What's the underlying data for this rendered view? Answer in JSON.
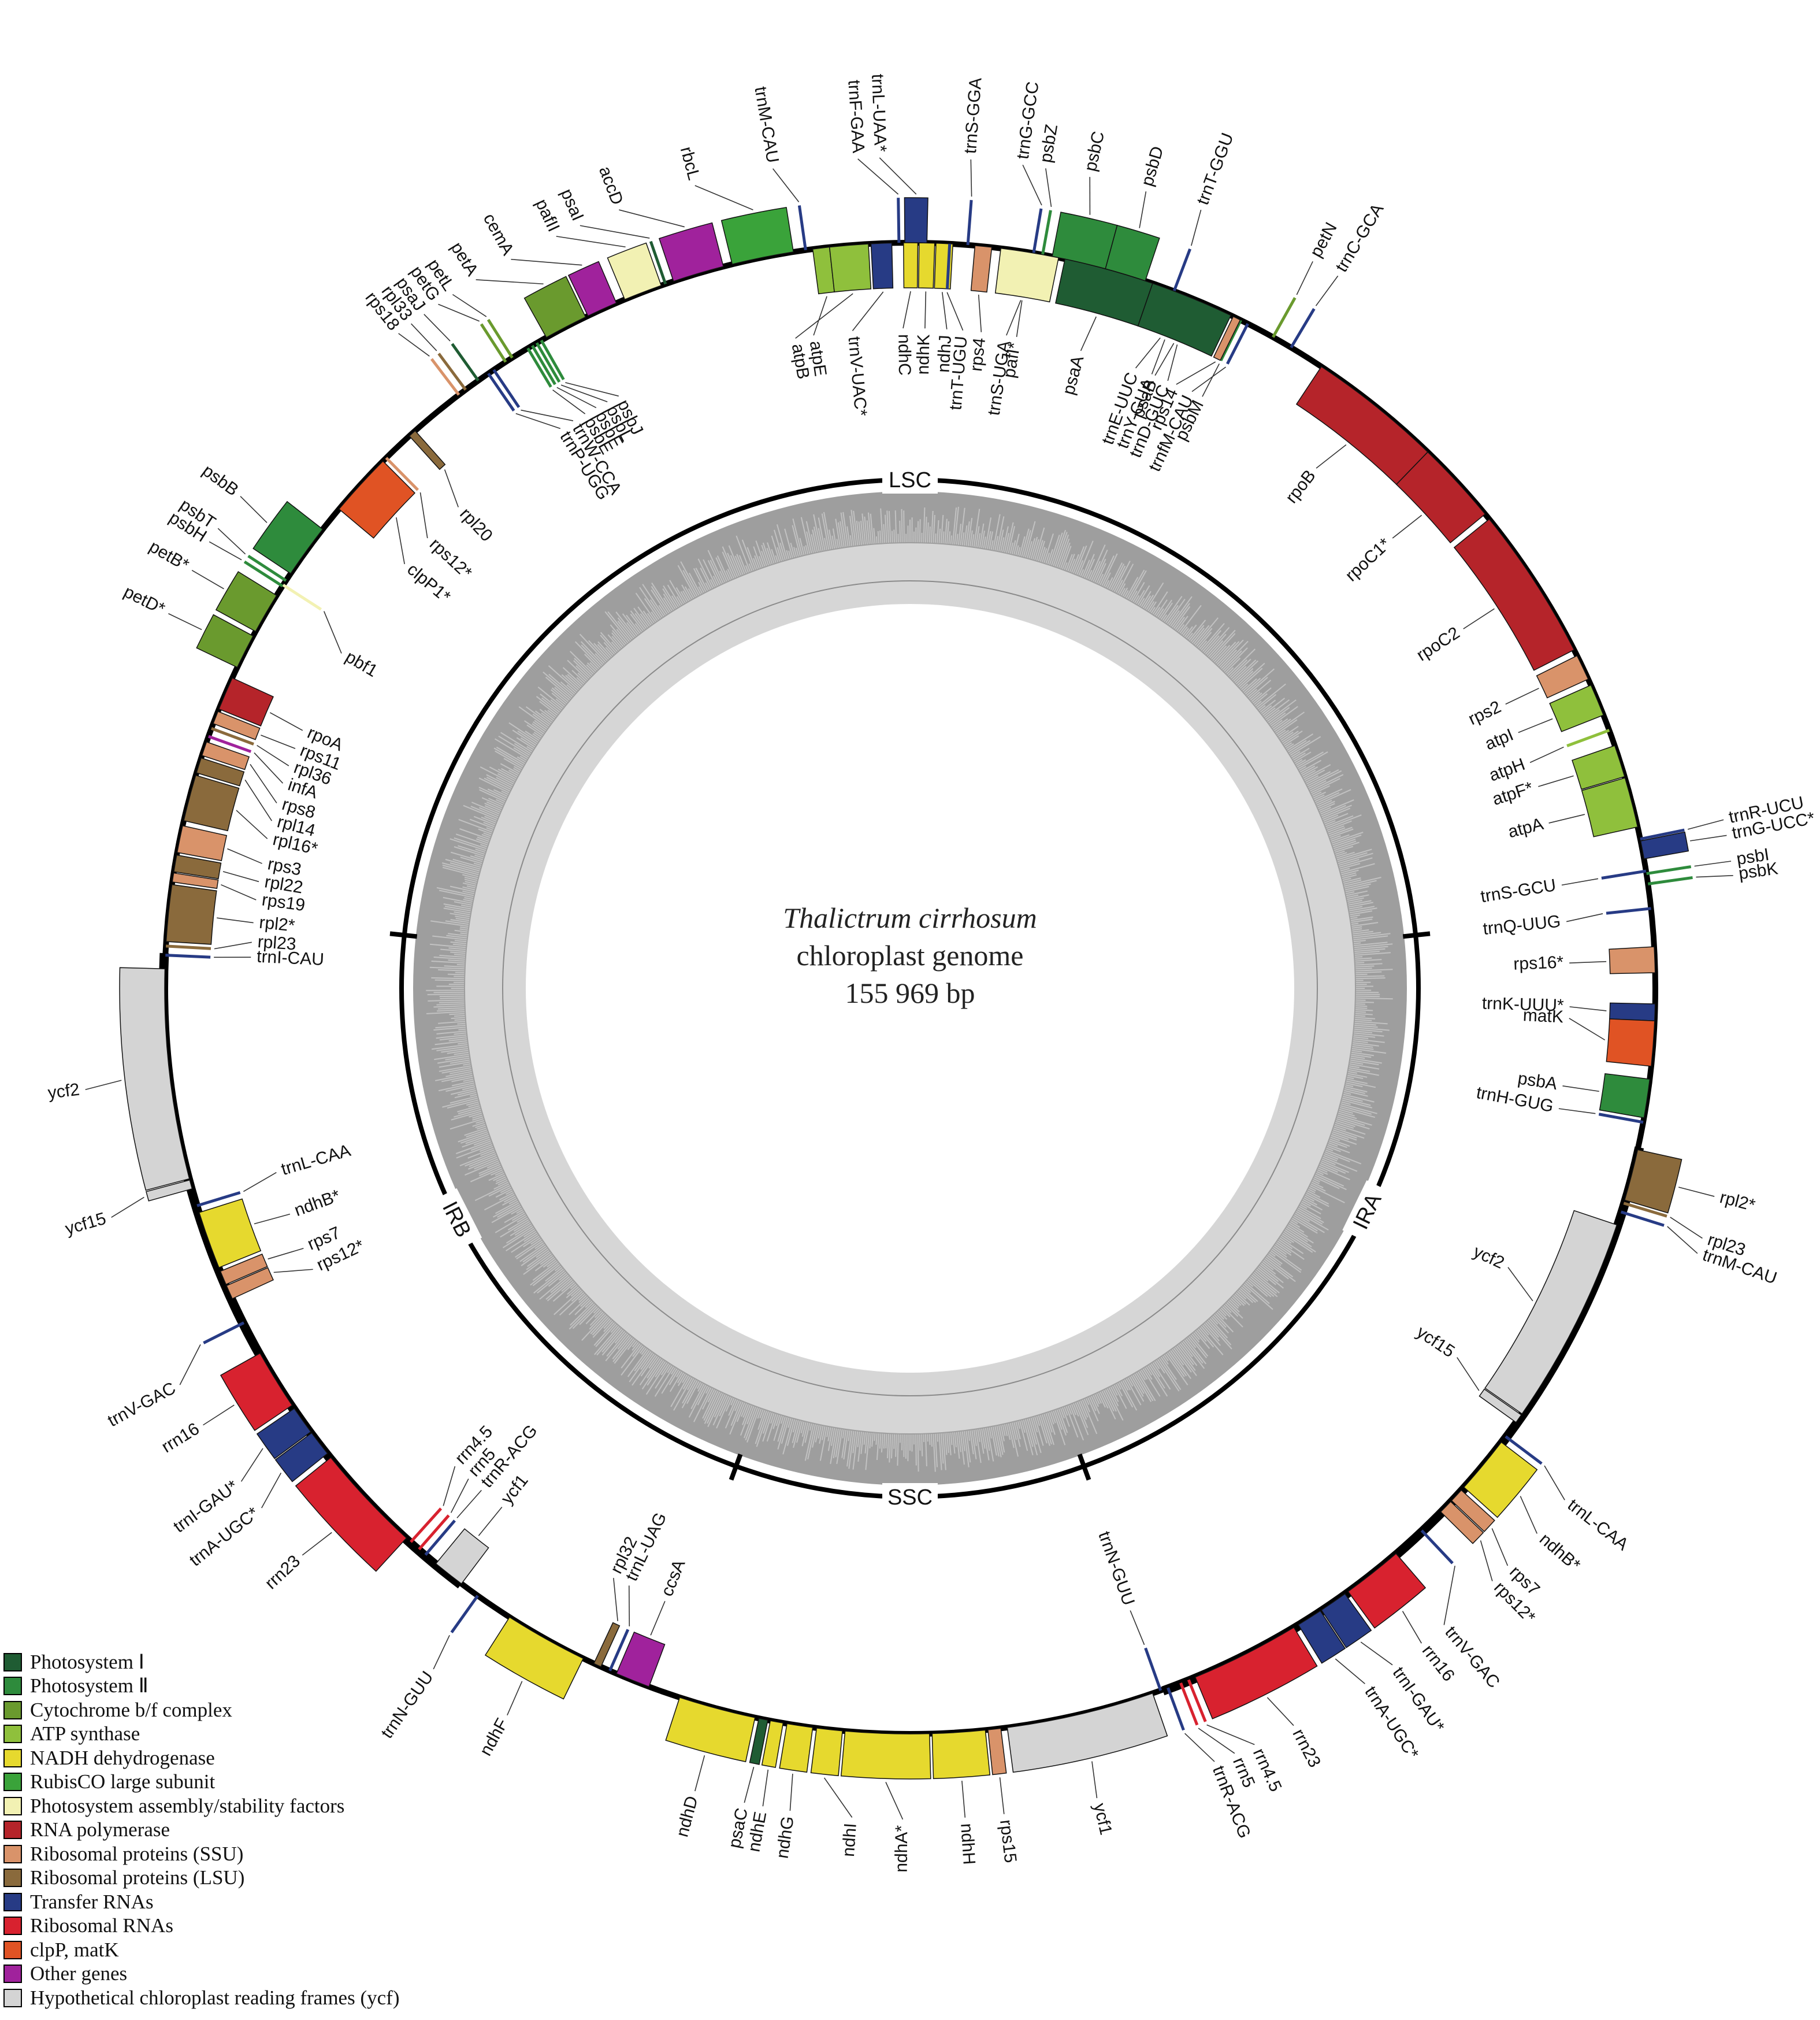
{
  "genome": {
    "species": "Thalictrum cirrhosum",
    "subtitle": "chloroplast genome",
    "size_label": "155 969 bp",
    "total_bp": 155969
  },
  "regions": [
    {
      "label": "LSC",
      "angle": 0
    },
    {
      "label": "IRA",
      "angle": 116
    },
    {
      "label": "SSC",
      "angle": 180
    },
    {
      "label": "IRB",
      "angle": 243
    }
  ],
  "region_ticks": [
    84,
    160,
    200,
    276
  ],
  "colors": {
    "ps1": "#1f5c33",
    "ps2": "#2e8b3c",
    "cyt": "#6a9a2e",
    "atp": "#8fc03c",
    "ndh": "#e6d92e",
    "rbc": "#3aa33a",
    "psa": "#f2f1b3",
    "rpo": "#b5242a",
    "ssu": "#d9936a",
    "lsu": "#8a6a3c",
    "trna": "#273b85",
    "rrna": "#d8222f",
    "clp": "#e05324",
    "other": "#a0229c",
    "ycf": "#d4d4d4"
  },
  "legend": [
    {
      "label": "Photosystem Ⅰ",
      "color": "ps1"
    },
    {
      "label": "Photosystem Ⅱ",
      "color": "ps2"
    },
    {
      "label": "Cytochrome b/f complex",
      "color": "cyt"
    },
    {
      "label": "ATP synthase",
      "color": "atp"
    },
    {
      "label": "NADH dehydrogenase",
      "color": "ndh"
    },
    {
      "label": "RubisCO large subunit",
      "color": "rbc"
    },
    {
      "label": "Photosystem assembly/stability factors",
      "color": "psa"
    },
    {
      "label": "RNA polymerase",
      "color": "rpo"
    },
    {
      "label": "Ribosomal proteins (SSU)",
      "color": "ssu"
    },
    {
      "label": "Ribosomal proteins (LSU)",
      "color": "lsu"
    },
    {
      "label": "Transfer RNAs",
      "color": "trna"
    },
    {
      "label": "Ribosomal RNAs",
      "color": "rrna"
    },
    {
      "label": "clpP, matK",
      "color": "clp"
    },
    {
      "label": "Other genes",
      "color": "other"
    },
    {
      "label": "Hypothetical chloroplast reading frames (ycf)",
      "color": "ycf"
    }
  ],
  "genes": [
    {
      "name": "trnG-GCC",
      "c": "trna",
      "s": 9.4,
      "e": 9.7,
      "side": "out",
      "lab": 7.8
    },
    {
      "name": "psbZ",
      "c": "ps2",
      "s": 10.0,
      "e": 10.5,
      "side": "out",
      "lab": 9.4
    },
    {
      "name": "psbC",
      "c": "ps2",
      "s": 11.0,
      "e": 15.2,
      "side": "out",
      "lab": 12.5
    },
    {
      "name": "psbD",
      "c": "ps2",
      "s": 15.2,
      "e": 18.4,
      "side": "out",
      "lab": 16.5
    },
    {
      "name": "trnT-GGU",
      "c": "trna",
      "s": 20.6,
      "e": 20.9,
      "side": "out",
      "lab": 20.5
    },
    {
      "name": "petN",
      "c": "cyt",
      "s": 29.0,
      "e": 29.3,
      "side": "out",
      "lab": 29.0
    },
    {
      "name": "trnC-GCA",
      "c": "trna",
      "s": 30.6,
      "e": 30.9,
      "side": "out",
      "lab": 31.0
    },
    {
      "name": "trnS-UGA",
      "c": "trna",
      "s": 9.0,
      "e": 9.3,
      "side": "in",
      "lab": 8.4
    },
    {
      "name": "trnE-UUC",
      "c": "trna",
      "s": 20.9,
      "e": 21.2,
      "side": "in",
      "lab": 20.0
    },
    {
      "name": "trnY-GUA",
      "c": "trna",
      "s": 21.3,
      "e": 21.6,
      "side": "in",
      "lab": 21.5
    },
    {
      "name": "trnD-GUC",
      "c": "trna",
      "s": 22.4,
      "e": 22.7,
      "side": "in",
      "lab": 23.0
    },
    {
      "name": "psbM",
      "c": "ps2",
      "s": 26.2,
      "e": 26.5,
      "side": "in",
      "lab": 26.3
    },
    {
      "name": "rpoB",
      "c": "rpo",
      "s": 33.5,
      "e": 44.0,
      "side": "in",
      "lab": 38.0
    },
    {
      "name": "rpoC1*",
      "c": "rpo",
      "s": 44.0,
      "e": 50.5,
      "side": "in",
      "lab": 47.0
    },
    {
      "name": "rpoC2",
      "c": "rpo",
      "s": 51.0,
      "e": 63.0,
      "side": "in",
      "lab": 57.0
    },
    {
      "name": "rps2",
      "c": "ssu",
      "s": 63.5,
      "e": 65.5,
      "side": "in",
      "lab": 64.5
    },
    {
      "name": "atpI",
      "c": "atp",
      "s": 66.0,
      "e": 68.5,
      "side": "in",
      "lab": 67.2
    },
    {
      "name": "atpH",
      "c": "atp",
      "s": 69.5,
      "e": 70.0,
      "side": "in",
      "lab": 70.0
    },
    {
      "name": "atpF*",
      "c": "atp",
      "s": 71.0,
      "e": 73.5,
      "side": "in",
      "lab": 72.2
    },
    {
      "name": "atpA",
      "c": "atp",
      "s": 73.6,
      "e": 77.5,
      "side": "in",
      "lab": 75.5
    },
    {
      "name": "trnR-UCU",
      "c": "trna",
      "s": 78.3,
      "e": 78.6,
      "side": "out",
      "lab": 78.3
    },
    {
      "name": "trnG-UCC*",
      "c": "trna",
      "s": 78.6,
      "e": 80.0,
      "side": "out",
      "lab": 79.4
    },
    {
      "name": "psbI",
      "c": "ps2",
      "s": 81.0,
      "e": 81.3,
      "side": "out",
      "lab": 81.2
    },
    {
      "name": "psbK",
      "c": "ps2",
      "s": 81.8,
      "e": 82.1,
      "side": "out",
      "lab": 82.2
    },
    {
      "name": "trnS-GCU",
      "c": "trna",
      "s": 80.8,
      "e": 81.1,
      "side": "in",
      "lab": 81.0
    },
    {
      "name": "trnQ-UUG",
      "c": "trna",
      "s": 83.7,
      "e": 84.0,
      "side": "in",
      "lab": 84.2
    },
    {
      "name": "rps16*",
      "c": "ssu",
      "s": 86.8,
      "e": 88.8,
      "side": "in",
      "lab": 87.8
    },
    {
      "name": "trnK-UUU*",
      "c": "trna",
      "s": 91.2,
      "e": 92.5,
      "side": "in",
      "lab": 91.6
    },
    {
      "name": "matK",
      "c": "clp",
      "s": 92.5,
      "e": 96.0,
      "side": "in",
      "lab": 92.6
    },
    {
      "name": "psbA",
      "c": "ps2",
      "s": 97.0,
      "e": 100.0,
      "side": "in",
      "lab": 98.5
    },
    {
      "name": "trnH-GUG",
      "c": "trna",
      "s": 100.2,
      "e": 100.5,
      "side": "in",
      "lab": 100.5
    },
    {
      "name": "rpl2*",
      "c": "lsu",
      "s": 102.5,
      "e": 106.5,
      "side": "out",
      "lab": 104.5
    },
    {
      "name": "rpl23",
      "c": "lsu",
      "s": 106.5,
      "e": 107.0,
      "side": "out",
      "lab": 107.5
    },
    {
      "name": "trnM-CAU",
      "c": "trna",
      "s": 107.3,
      "e": 107.6,
      "side": "out",
      "lab": 108.6
    },
    {
      "name": "ycf2",
      "c": "ycf",
      "s": 108.5,
      "e": 124.8,
      "side": "in",
      "lab": 115.0
    },
    {
      "name": "ycf15",
      "c": "ycf",
      "s": 124.9,
      "e": 125.6,
      "side": "in",
      "lab": 124.0
    },
    {
      "name": "trnL-CAA",
      "c": "trna",
      "s": 126.8,
      "e": 127.1,
      "side": "out",
      "lab": 128.0
    },
    {
      "name": "ndhB*",
      "c": "ndh",
      "s": 127.5,
      "e": 132.0,
      "side": "out",
      "lab": 131.0
    },
    {
      "name": "rps7",
      "c": "ssu",
      "s": 132.3,
      "e": 133.4,
      "side": "out",
      "lab": 134.0
    },
    {
      "name": "rps12*",
      "c": "ssu",
      "s": 133.5,
      "e": 134.6,
      "side": "out",
      "lab": 135.5
    },
    {
      "name": "trnV-GAC",
      "c": "trna",
      "s": 136.5,
      "e": 136.8,
      "side": "out",
      "lab": 140.0
    },
    {
      "name": "rrn16",
      "c": "rrna",
      "s": 139.3,
      "e": 144.0,
      "side": "out",
      "lab": 142.0
    },
    {
      "name": "trnI-GAU*",
      "c": "trna",
      "s": 144.3,
      "e": 146.5,
      "side": "out",
      "lab": 144.5
    },
    {
      "name": "trnA-UGC*",
      "c": "trna",
      "s": 146.6,
      "e": 148.6,
      "side": "out",
      "lab": 146.8
    },
    {
      "name": "rrn23",
      "c": "rrna",
      "s": 149.0,
      "e": 157.5,
      "side": "out",
      "lab": 152.5
    },
    {
      "name": "rrn4.5",
      "c": "rrna",
      "s": 157.8,
      "e": 158.3,
      "side": "out",
      "lab": 155.5
    },
    {
      "name": "rrn5",
      "c": "rrna",
      "s": 158.5,
      "e": 158.9,
      "side": "out",
      "lab": 157.0
    },
    {
      "name": "trnR-ACG",
      "c": "trna",
      "s": 159.6,
      "e": 159.9,
      "side": "out",
      "lab": 158.5
    },
    {
      "name": "trnN-GUU",
      "c": "trna",
      "s": 160.2,
      "e": 160.5,
      "side": "in",
      "lab": 160.5
    },
    {
      "name": "ycf1",
      "c": "ycf",
      "s": 161.0,
      "e": 172.5,
      "side": "out",
      "lab": 167.0
    },
    {
      "name": "rps15",
      "c": "ssu",
      "s": 173.0,
      "e": 174.0,
      "side": "out",
      "lab": 173.5
    },
    {
      "name": "ndhH",
      "c": "ndh",
      "s": 174.2,
      "e": 178.3,
      "side": "out",
      "lab": 176.2
    },
    {
      "name": "ndhA*",
      "c": "ndh",
      "s": 178.5,
      "e": 185.0,
      "side": "out",
      "lab": 180.5
    },
    {
      "name": "ndhI",
      "c": "ndh",
      "s": 185.2,
      "e": 187.2,
      "side": "out",
      "lab": 184.0
    },
    {
      "name": "ndhG",
      "c": "ndh",
      "s": 187.5,
      "e": 189.5,
      "side": "out",
      "lab": 188.3
    },
    {
      "name": "ndhE",
      "c": "ndh",
      "s": 189.8,
      "e": 190.8,
      "side": "out",
      "lab": 190.2
    },
    {
      "name": "psaC",
      "c": "ps1",
      "s": 191.0,
      "e": 191.7,
      "side": "out",
      "lab": 191.5
    },
    {
      "name": "ndhD",
      "c": "ndh",
      "s": 192.0,
      "e": 198.0,
      "side": "out",
      "lab": 195.0
    },
    {
      "name": "ccsA",
      "c": "other",
      "s": 200.5,
      "e": 203.2,
      "side": "in",
      "lab": 201.8
    },
    {
      "name": "trnL-UAG",
      "c": "trna",
      "s": 203.6,
      "e": 203.9,
      "side": "in",
      "lab": 205.2
    },
    {
      "name": "rpl32",
      "c": "lsu",
      "s": 204.5,
      "e": 205.1,
      "side": "in",
      "lab": 206.7
    },
    {
      "name": "ndhF",
      "c": "ndh",
      "s": 206.0,
      "e": 212.5,
      "side": "out",
      "lab": 209.0
    },
    {
      "name": "trnN-GUU",
      "c": "trna",
      "s": 215.3,
      "e": 215.6,
      "side": "out",
      "lab": 215.0
    },
    {
      "name": "ycf1",
      "c": "ycf",
      "s": 217.0,
      "e": 219.5,
      "side": "in",
      "lab": 218.2
    },
    {
      "name": "trnR-ACG",
      "c": "trna",
      "s": 220.4,
      "e": 220.7,
      "side": "in",
      "lab": 220.5
    },
    {
      "name": "rrn5",
      "c": "rrna",
      "s": 221.0,
      "e": 221.4,
      "side": "in",
      "lab": 222.0
    },
    {
      "name": "rrn4.5",
      "c": "rrna",
      "s": 221.8,
      "e": 222.3,
      "side": "in",
      "lab": 223.6
    },
    {
      "name": "rrn23",
      "c": "rrna",
      "s": 222.5,
      "e": 231.0,
      "side": "out",
      "lab": 227.0
    },
    {
      "name": "trnA-UGC*",
      "c": "trna",
      "s": 231.4,
      "e": 233.4,
      "side": "out",
      "lab": 231.3
    },
    {
      "name": "trnI-GAU*",
      "c": "trna",
      "s": 233.5,
      "e": 235.7,
      "side": "out",
      "lab": 233.6
    },
    {
      "name": "rrn16",
      "c": "rrna",
      "s": 236.0,
      "e": 240.7,
      "side": "out",
      "lab": 238.3
    },
    {
      "name": "trnV-GAC",
      "c": "trna",
      "s": 243.2,
      "e": 243.5,
      "side": "out",
      "lab": 241.5
    },
    {
      "name": "rps12*",
      "c": "ssu",
      "s": 245.4,
      "e": 246.5,
      "side": "in",
      "lab": 244.8
    },
    {
      "name": "rps7",
      "c": "ssu",
      "s": 246.6,
      "e": 247.7,
      "side": "in",
      "lab": 246.8
    },
    {
      "name": "ndhB*",
      "c": "ndh",
      "s": 248.0,
      "e": 252.5,
      "side": "in",
      "lab": 250.0
    },
    {
      "name": "trnL-CAA",
      "c": "trna",
      "s": 252.9,
      "e": 253.2,
      "side": "in",
      "lab": 253.8
    },
    {
      "name": "ycf15",
      "c": "ycf",
      "s": 254.4,
      "e": 255.1,
      "side": "out",
      "lab": 254.0
    },
    {
      "name": "ycf2",
      "c": "ycf",
      "s": 255.2,
      "e": 271.5,
      "side": "out",
      "lab": 263.0
    },
    {
      "name": "trnI-CAU",
      "c": "trna",
      "s": 272.4,
      "e": 272.7,
      "side": "in",
      "lab": 272.7
    },
    {
      "name": "rpl23",
      "c": "lsu",
      "s": 273.0,
      "e": 273.5,
      "side": "in",
      "lab": 274.0
    },
    {
      "name": "rpl2*",
      "c": "lsu",
      "s": 273.6,
      "e": 278.0,
      "side": "in",
      "lab": 275.7
    },
    {
      "name": "rps19",
      "c": "ssu",
      "s": 278.2,
      "e": 278.9,
      "side": "in",
      "lab": 277.7
    },
    {
      "name": "rpl22",
      "c": "lsu",
      "s": 279.0,
      "e": 280.3,
      "side": "in",
      "lab": 279.3
    },
    {
      "name": "rps3",
      "c": "ssu",
      "s": 280.5,
      "e": 282.6,
      "side": "in",
      "lab": 280.9
    },
    {
      "name": "rpl16*",
      "c": "lsu",
      "s": 283.0,
      "e": 286.6,
      "side": "in",
      "lab": 283.1
    },
    {
      "name": "rpl14",
      "c": "lsu",
      "s": 286.8,
      "e": 288.0,
      "side": "in",
      "lab": 284.7
    },
    {
      "name": "rps8",
      "c": "ssu",
      "s": 288.2,
      "e": 289.3,
      "side": "in",
      "lab": 286.3
    },
    {
      "name": "infA",
      "c": "other",
      "s": 289.5,
      "e": 290.0,
      "side": "in",
      "lab": 288.1
    },
    {
      "name": "rpl36",
      "c": "lsu",
      "s": 290.2,
      "e": 290.6,
      "side": "in",
      "lab": 289.7
    },
    {
      "name": "rps11",
      "c": "ssu",
      "s": 290.8,
      "e": 291.8,
      "side": "in",
      "lab": 291.3
    },
    {
      "name": "rpoA",
      "c": "rpo",
      "s": 292.0,
      "e": 294.6,
      "side": "in",
      "lab": 293.0
    },
    {
      "name": "petD*",
      "c": "cyt",
      "s": 295.5,
      "e": 298.2,
      "side": "out",
      "lab": 296.8
    },
    {
      "name": "petB*",
      "c": "cyt",
      "s": 298.6,
      "e": 301.8,
      "side": "out",
      "lab": 300.2
    },
    {
      "name": "psbH",
      "c": "ps2",
      "s": 302.5,
      "e": 302.8,
      "side": "out",
      "lab": 302.5
    },
    {
      "name": "psbT",
      "c": "ps2",
      "s": 303.0,
      "e": 303.3,
      "side": "out",
      "lab": 303.6
    },
    {
      "name": "pbf1",
      "c": "psa",
      "s": 302.6,
      "e": 302.9,
      "side": "in",
      "lab": 300.5
    },
    {
      "name": "psbB",
      "c": "ps2",
      "s": 303.8,
      "e": 308.0,
      "side": "out",
      "lab": 306.3
    },
    {
      "name": "clpP1*",
      "c": "clp",
      "s": 310.0,
      "e": 315.0,
      "side": "in",
      "lab": 310.0
    },
    {
      "name": "rps12*",
      "c": "ssu",
      "s": 315.2,
      "e": 315.5,
      "side": "in",
      "lab": 313.0
    },
    {
      "name": "rpl20",
      "c": "lsu",
      "s": 317.8,
      "e": 318.4,
      "side": "in",
      "lab": 316.8
    },
    {
      "name": "rps18",
      "c": "ssu",
      "s": 322.5,
      "e": 323.0,
      "side": "out",
      "lab": 322.0
    },
    {
      "name": "rpl33",
      "c": "lsu",
      "s": 323.2,
      "e": 323.6,
      "side": "out",
      "lab": 323.1
    },
    {
      "name": "psaJ",
      "c": "ps1",
      "s": 324.4,
      "e": 324.8,
      "side": "out",
      "lab": 324.2
    },
    {
      "name": "trnP-UGG",
      "c": "trna",
      "s": 325.4,
      "e": 325.7,
      "side": "in",
      "lab": 328.0
    },
    {
      "name": "trnW-CCA",
      "c": "trna",
      "s": 325.9,
      "e": 326.2,
      "side": "in",
      "lab": 329.3
    },
    {
      "name": "petG",
      "c": "cyt",
      "s": 327.0,
      "e": 327.3,
      "side": "out",
      "lab": 325.4
    },
    {
      "name": "petL",
      "c": "cyt",
      "s": 327.6,
      "e": 327.9,
      "side": "out",
      "lab": 326.6
    },
    {
      "name": "psbE",
      "c": "ps2",
      "s": 329.0,
      "e": 329.3,
      "side": "in",
      "lab": 330.5
    },
    {
      "name": "psbF",
      "c": "ps2",
      "s": 329.4,
      "e": 329.7,
      "side": "in",
      "lab": 331.6
    },
    {
      "name": "psbL",
      "c": "ps2",
      "s": 329.8,
      "e": 330.1,
      "side": "in",
      "lab": 332.7
    },
    {
      "name": "psbJ",
      "c": "ps2",
      "s": 330.2,
      "e": 330.5,
      "side": "in",
      "lab": 333.8
    },
    {
      "name": "petA",
      "c": "cyt",
      "s": 330.8,
      "e": 334.2,
      "side": "out",
      "lab": 328.5
    },
    {
      "name": "cemA",
      "c": "other",
      "s": 334.4,
      "e": 336.8,
      "side": "out",
      "lab": 331.3
    },
    {
      "name": "pafII",
      "c": "psa",
      "s": 337.5,
      "e": 340.5,
      "side": "out",
      "lab": 334.8
    },
    {
      "name": "psaI",
      "c": "ps1",
      "s": 340.7,
      "e": 341.0,
      "side": "out",
      "lab": 336.6
    },
    {
      "name": "accD",
      "c": "other",
      "s": 341.5,
      "e": 345.5,
      "side": "out",
      "lab": 339.5
    },
    {
      "name": "rbcL",
      "c": "rbc",
      "s": 346.2,
      "e": 351.0,
      "side": "out",
      "lab": 345.0
    },
    {
      "name": "trnM-CAU",
      "c": "trna",
      "s": 351.8,
      "e": 352.1,
      "side": "out",
      "lab": 350.5
    },
    {
      "name": "atpE",
      "c": "atp",
      "s": 352.5,
      "e": 353.8,
      "side": "in",
      "lab": 351.6
    },
    {
      "name": "atpB",
      "c": "atp",
      "s": 353.8,
      "e": 356.8,
      "side": "in",
      "lab": 350.0
    },
    {
      "name": "trnV-UAC*",
      "c": "trna",
      "s": 357.0,
      "e": 358.6,
      "side": "in",
      "lab": 355.0
    },
    {
      "name": "trnF-GAA",
      "c": "trna",
      "s": 359.0,
      "e": 359.3,
      "side": "out",
      "lab": 356.4
    },
    {
      "name": "trnL-UAA*",
      "c": "trna",
      "s": 359.6,
      "e": 361.3,
      "side": "out",
      "lab": 357.9
    },
    {
      "name": "ndhC",
      "c": "ndh",
      "s": 359.5,
      "e": 360.6,
      "side": "in",
      "lab": 359.4
    },
    {
      "name": "ndhK",
      "c": "ndh",
      "s": 360.7,
      "e": 361.9,
      "side": "in",
      "lab": 361.3
    },
    {
      "name": "ndhJ",
      "c": "ndh",
      "s": 362.0,
      "e": 363.3,
      "side": "in",
      "lab": 363.2
    },
    {
      "name": "trnS-GGA",
      "c": "trna",
      "s": 364.3,
      "e": 364.6,
      "side": "out",
      "lab": 364.2
    },
    {
      "name": "trnT-UGU",
      "c": "trna",
      "s": 362.9,
      "e": 363.2,
      "side": "in",
      "lab": 364.6
    },
    {
      "name": "rps4",
      "c": "ssu",
      "s": 365.0,
      "e": 366.3,
      "side": "in",
      "lab": 366.2
    },
    {
      "name": "pafI*",
      "c": "psa",
      "s": 367.0,
      "e": 371.5,
      "side": "in",
      "lab": 369.3
    },
    {
      "name": "psaA",
      "c": "ps1",
      "s": 372.0,
      "e": 379.0,
      "side": "in",
      "lab": 375.0
    },
    {
      "name": "psaB",
      "c": "ps1",
      "s": 379.0,
      "e": 385.5,
      "side": "in",
      "lab": 381.8
    },
    {
      "name": "rps14",
      "c": "ssu",
      "s": 385.7,
      "e": 386.3,
      "side": "in",
      "lab": 383.8
    },
    {
      "name": "trnfM-CAU",
      "c": "trna",
      "s": 386.8,
      "e": 387.1,
      "side": "in",
      "lab": 385.3
    }
  ]
}
